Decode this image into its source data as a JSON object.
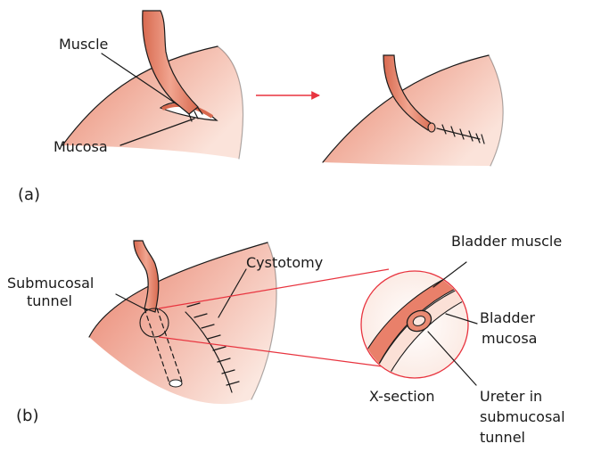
{
  "colors": {
    "tissue_dark": "#e9866e",
    "tissue_light": "#fbe7df",
    "ureter_fill": "#e98a72",
    "arrow": "#e8343f",
    "line": "#1a1a1a"
  },
  "panel_a": {
    "label": "(a)",
    "muscle_label": "Muscle",
    "mucosa_label": "Mucosa"
  },
  "panel_b": {
    "label": "(b)",
    "tunnel_label_line1": "Submucosal",
    "tunnel_label_line2": "tunnel",
    "cystotomy_label": "Cystotomy",
    "bladder_muscle_label": "Bladder muscle",
    "bladder_mucosa_line1": "Bladder",
    "bladder_mucosa_line2": "mucosa",
    "xsection_label": "X-section",
    "ureter_line1": "Ureter in",
    "ureter_line2": "submucosal",
    "ureter_line3": "tunnel"
  }
}
